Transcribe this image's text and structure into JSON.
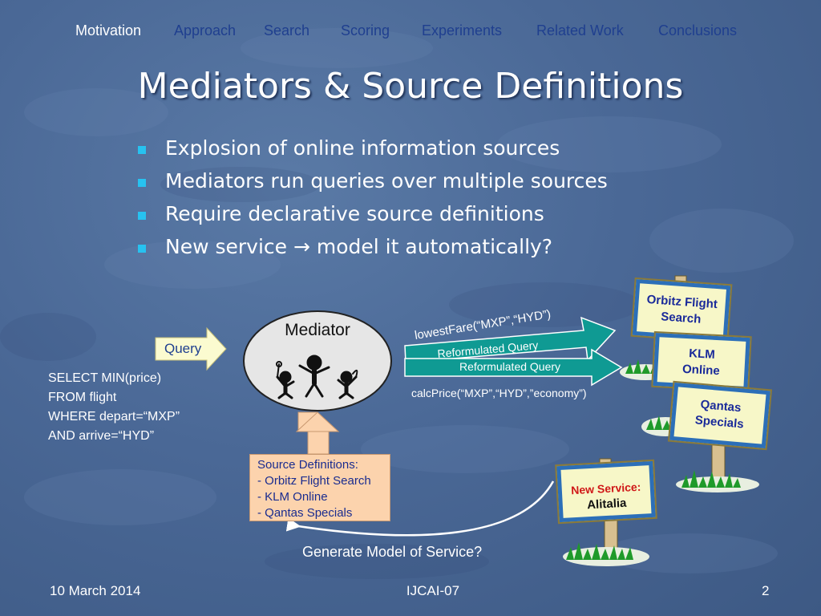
{
  "nav": {
    "items": [
      {
        "label": "Motivation",
        "active": true
      },
      {
        "label": "Approach",
        "active": false
      },
      {
        "label": "Search",
        "active": false
      },
      {
        "label": "Scoring",
        "active": false
      },
      {
        "label": "Experiments",
        "active": false
      },
      {
        "label": "Related Work",
        "active": false
      },
      {
        "label": "Conclusions",
        "active": false
      }
    ]
  },
  "slide": {
    "title": "Mediators & Source Definitions",
    "bullets": [
      {
        "text": "Explosion of online information sources"
      },
      {
        "text": "Mediators run queries over multiple sources"
      },
      {
        "text": "Require declarative source definitions"
      },
      {
        "before": "New service ",
        "arrow": "→",
        "after": " model it automatically?"
      }
    ]
  },
  "diagram": {
    "query_label": "Query",
    "sql_lines": [
      "SELECT MIN(price)",
      "FROM flight",
      "WHERE depart=“MXP”",
      "AND arrive=“HYD”"
    ],
    "mediator_label": "Mediator",
    "source_definitions": {
      "title": "Source Definitions:",
      "items": [
        "- Orbitz Flight Search",
        "- KLM Online",
        "- Qantas Specials"
      ]
    },
    "calls": {
      "lowest_fare": "lowestFare(“MXP”,“HYD”)",
      "reformulated_1": "Reformulated Query",
      "reformulated_2": "Reformulated Query",
      "calc_price": "calcPrice(“MXP”,“HYD”,”economy”)"
    },
    "signs": {
      "orbitz": [
        "Orbitz Flight",
        "Search"
      ],
      "klm": [
        "KLM",
        "Online"
      ],
      "qantas": [
        "Qantas",
        "Specials"
      ],
      "alitalia": {
        "prefix": "New Service:",
        "name": "Alitalia"
      }
    },
    "generate_label": "Generate Model of Service?"
  },
  "footer": {
    "date": "10 March 2014",
    "conference": "IJCAI-07",
    "page_number": "2"
  },
  "colors": {
    "background": "#4a6896",
    "nav_link": "#1f3f8f",
    "bullet_marker": "#27c2f0",
    "arrow_teal": "#0f9a93",
    "query_arrow": "#fbfbd0",
    "source_box": "#fcd3ad",
    "sign_border": "#2c6fb8"
  }
}
